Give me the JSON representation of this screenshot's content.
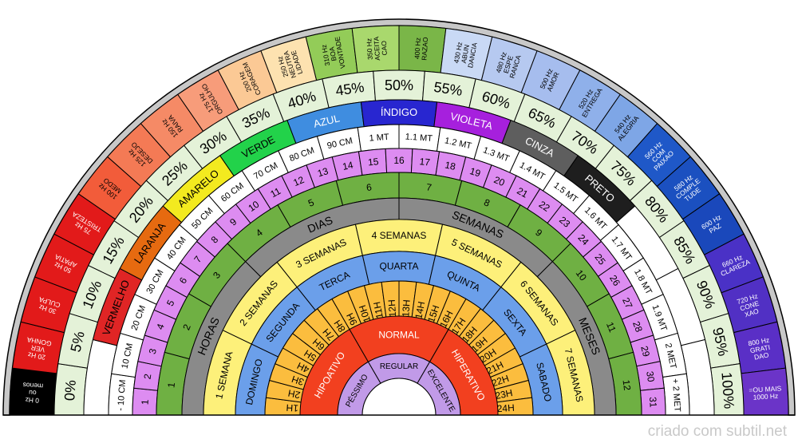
{
  "footer": "criado com subtil.net",
  "rings": [
    {
      "name": "frequency-ring",
      "r0": 432,
      "r1": 488,
      "n": 29,
      "fs": 8.5,
      "radial": true,
      "fill": "#000000",
      "labels": [
        "0 Hz\nou\nmenos",
        "20 Hz\nVER\nGONHA",
        "30 Hz\nCULPA",
        "50 Hz\nAPATIA",
        "75 Hz\nTRISTEZA",
        "100 Hz\nMEDO",
        "125 Hz\nDESEJO",
        "150 Hz\nRAIVA",
        "175 Hz\nORGULHO",
        "200 Hz\nCORAGEM",
        "250 Hz\nNEUTRA\nLIDADE",
        "310 Hz\nBOA\nVONTADE",
        "350 Hz\nACEITA\nCAO",
        "400 Hz\nRAZAO",
        "430 Hz\nABUN\nDANCIA",
        "480 Hz\nESPE\nRANCA",
        "500 Hz\nAMOR",
        "520 Hz\nENTREGA",
        "540 Hz\nALEGRIA",
        "560 Hz\nCOM\nPAIXAO",
        "580 Hz\nCOMPLE\nTUDE",
        "600 Hz\nPAZ",
        "660 Hz\nCLAREZA",
        "720 Hz\nCONE\nXAO",
        "800 Hz\nGRATI\nDAO",
        "=OU MAIS\n1000 Hz"
      ],
      "colors": [
        "#000000",
        "#e21a1a",
        "#e21a1a",
        "#e21a1a",
        "#e21a1a",
        "#f25c3a",
        "#f47a55",
        "#f58a66",
        "#f79c7a",
        "#fbc995",
        "#fde2b0",
        "#93cc58",
        "#a9d86d",
        "#7ab648",
        "#c9d9f5",
        "#b6c9f0",
        "#a6bdee",
        "#8fb0ea",
        "#7ea6e6",
        "#1f58c8",
        "#1b50c0",
        "#1a48bb",
        "#4a31c6",
        "#5130c4",
        "#5a2fc6",
        "#6b34c8"
      ],
      "text_colors": [
        "#ffffff",
        "#ffffff",
        "#ffffff",
        "#ffffff",
        "#ffffff",
        "#000000",
        "#000000",
        "#000000",
        "#000000",
        "#000000",
        "#000000",
        "#000000",
        "#000000",
        "#000000",
        "#000000",
        "#000000",
        "#000000",
        "#000000",
        "#000000",
        "#ffffff",
        "#ffffff",
        "#ffffff",
        "#ffffff",
        "#ffffff",
        "#ffffff",
        "#ffffff"
      ]
    },
    {
      "name": "percent-ring",
      "r0": 395,
      "r1": 432,
      "n": 21,
      "fs": 18,
      "radial": false,
      "fill": "#e4f2d8",
      "labels": [
        "0%",
        "5%",
        "10%",
        "15%",
        "20%",
        "25%",
        "30%",
        "35%",
        "40%",
        "45%",
        "50%",
        "55%",
        "60%",
        "65%",
        "70%",
        "75%",
        "80%",
        "85%",
        "90%",
        "95%",
        "100%"
      ],
      "colors": [],
      "text_colors": []
    },
    {
      "name": "color-ring",
      "r0": 364,
      "r1": 395,
      "n": 13,
      "fs": 13,
      "radial": false,
      "fill": "#ffffff",
      "labels": [
        "",
        "VERMELHO",
        "LARANJA",
        "AMARELO",
        "VERDE",
        "AZUL",
        "ÍNDIGO",
        "VIOLETA",
        "CINZA",
        "PRETO",
        "",
        "",
        ""
      ],
      "colors": [
        "#ffffff",
        "#e02525",
        "#e66a10",
        "#f3ea1f",
        "#22d24a",
        "#3f8de0",
        "#2826d0",
        "#a620dd",
        "#5e5e5e",
        "#1e1e1e",
        "#ffffff",
        "#ffffff",
        "#ffffff"
      ],
      "text_colors": [
        "#000000",
        "#000000",
        "#000000",
        "#000000",
        "#000000",
        "#ffffff",
        "#ffffff",
        "#ffffff",
        "#ffffff",
        "#ffffff",
        "#000000",
        "#000000",
        "#000000"
      ]
    },
    {
      "name": "distance-ring",
      "r0": 334,
      "r1": 364,
      "n": 21,
      "fs": 11,
      "radial": false,
      "fill": "#ffffff",
      "labels": [
        "- 10 CM",
        "10 CM",
        "20 CM",
        "30 CM",
        "40 CM",
        "50 CM",
        "60 CM",
        "70 CM",
        "80 CM",
        "90 CM",
        "1 MT",
        "1.1 MT",
        "1.2 MT",
        "1.3 MT",
        "1.4 MT",
        "1.5 MT",
        "1.6 MT",
        "1.7 MT",
        "1.8 MT",
        "1.9 MT",
        "2 MET",
        "+ 2 MET"
      ],
      "colors": [],
      "text_colors": []
    },
    {
      "name": "days-number-ring",
      "r0": 304,
      "r1": 334,
      "n": 31,
      "fs": 12,
      "radial": false,
      "fill": "#dd8cf1",
      "labels": [
        "1",
        "2",
        "3",
        "4",
        "5",
        "6",
        "7",
        "8",
        "9",
        "10",
        "11",
        "12",
        "13",
        "14",
        "15",
        "16",
        "17",
        "18",
        "19",
        "20",
        "21",
        "22",
        "23",
        "24",
        "25",
        "26",
        "27",
        "28",
        "29",
        "30",
        "31"
      ],
      "colors": [],
      "text_colors": []
    },
    {
      "name": "hours-number-ring",
      "r0": 272,
      "r1": 304,
      "n": 12,
      "fs": 12,
      "radial": false,
      "fill": "#6fb043",
      "labels": [
        "1",
        "2",
        "3",
        "4",
        "5",
        "6",
        "7",
        "8",
        "9",
        "10",
        "11",
        "12"
      ],
      "colors": [],
      "text_colors": []
    },
    {
      "name": "unit-ring",
      "r0": 245,
      "r1": 272,
      "n": 4,
      "fs": 14,
      "radial": false,
      "fill": "#8a8a8a",
      "labels": [
        "HORAS",
        "DIAS",
        "SEMANAS",
        "MESES"
      ],
      "colors": [],
      "text_colors": []
    },
    {
      "name": "weeks-ring",
      "r0": 205,
      "r1": 245,
      "n": 7,
      "fs": 12,
      "radial": false,
      "fill": "#fdf07a",
      "labels": [
        "1 SEMANA",
        "2 SEMANAS",
        "3 SEMANAS",
        "4 SEMANAS",
        "5 SEMANAS",
        "6 SEMANAS",
        "7 SEMANAS"
      ],
      "colors": [],
      "text_colors": []
    },
    {
      "name": "weekday-ring",
      "r0": 168,
      "r1": 205,
      "n": 7,
      "fs": 12,
      "radial": false,
      "fill": "#6b9fea",
      "labels": [
        "DOMINGO",
        "SEGUNDA",
        "TERCA",
        "QUARTA",
        "QUINTA",
        "SEXTA",
        "SABADO"
      ],
      "colors": [],
      "text_colors": []
    },
    {
      "name": "clock-ring",
      "r0": 100,
      "r1": 168,
      "n": 24,
      "fs": 12,
      "radial": true,
      "fill": "#fbbd3e",
      "labels": [
        "1H",
        "2H",
        "3H",
        "4H",
        "5H",
        "6H",
        "7H",
        "8H",
        "9H",
        "10H",
        "11H",
        "12H",
        "13H",
        "14H",
        "15H",
        "16H",
        "17H",
        "18H",
        "19H",
        "20H",
        "21H",
        "22H",
        "23H",
        "24H"
      ],
      "colors": [],
      "text_colors": []
    },
    {
      "name": "state-ring",
      "r0": 77,
      "r1": 124,
      "n": 3,
      "fs": 12,
      "radial": false,
      "fill": "#f03a1c",
      "labels": [
        "HIPOATIVO",
        "NORMAL",
        "HIPERATIVO"
      ],
      "colors": [
        "#f2401f",
        "#f2401f",
        "#f2401f"
      ],
      "text_colors": [
        "#ffffff",
        "#ffffff",
        "#ffffff"
      ]
    },
    {
      "name": "quality-ring",
      "r0": 46,
      "r1": 77,
      "n": 3,
      "fs": 10,
      "radial": false,
      "fill": "#c19ae8",
      "labels": [
        "PÉSSIMO",
        "REGULAR",
        "EXCELENTE"
      ],
      "colors": [],
      "text_colors": []
    }
  ]
}
